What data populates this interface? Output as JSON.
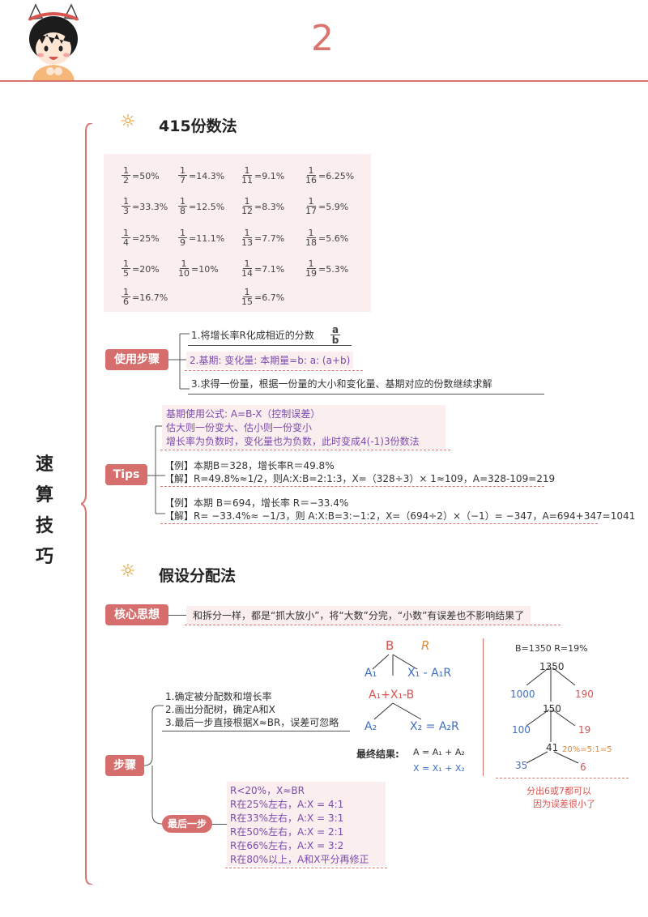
{
  "header": {
    "page_number": "2"
  },
  "side_title": [
    "速",
    "算",
    "技",
    "巧"
  ],
  "section1": {
    "title": "415份数法",
    "fractions": [
      {
        "n": "1",
        "d": "2",
        "v": "=50%"
      },
      {
        "n": "1",
        "d": "3",
        "v": "=33.3%"
      },
      {
        "n": "1",
        "d": "4",
        "v": "=25%"
      },
      {
        "n": "1",
        "d": "5",
        "v": "=20%"
      },
      {
        "n": "1",
        "d": "6",
        "v": "=16.7%"
      },
      {
        "n": "1",
        "d": "7",
        "v": "=14.3%"
      },
      {
        "n": "1",
        "d": "8",
        "v": "=12.5%"
      },
      {
        "n": "1",
        "d": "9",
        "v": "=11.1%"
      },
      {
        "n": "1",
        "d": "10",
        "v": "=10%"
      },
      {
        "n": "1",
        "d": "11",
        "v": "=9.1%"
      },
      {
        "n": "1",
        "d": "12",
        "v": "=8.3%"
      },
      {
        "n": "1",
        "d": "13",
        "v": "=7.7%"
      },
      {
        "n": "1",
        "d": "14",
        "v": "=7.1%"
      },
      {
        "n": "1",
        "d": "15",
        "v": "=6.7%"
      },
      {
        "n": "1",
        "d": "16",
        "v": "=6.25%"
      },
      {
        "n": "1",
        "d": "17",
        "v": "=5.9%"
      },
      {
        "n": "1",
        "d": "18",
        "v": "=5.6%"
      },
      {
        "n": "1",
        "d": "19",
        "v": "=5.3%"
      }
    ],
    "steps_label": "使用步骤",
    "steps": [
      "1.将增长率R化成相近的分数",
      "2.基期: 变化量: 本期量=b: a: (a+b)",
      "3.求得一份量，根据一份量的大小和变化量、基期对应的份数继续求解"
    ],
    "step1_frac": {
      "n": "a",
      "d": "b"
    },
    "tips_label": "Tips",
    "tips": [
      "基期使用公式: A=B-X（控制误差）",
      "估大则一份变大、估小则一份变小",
      "增长率为负数时，变化量也为负数，此时变成4(-1)3份数法"
    ],
    "examples": [
      "【例】本期B＝328，增长率R＝49.8%",
      "【解】R=49.8%≈1/2，则A:X:B=2:1:3，X=（328÷3）× 1≈109，A=328-109=219",
      "【例】本期 B＝694，增长率 R＝−33.4%",
      "【解】R= −33.4%≈ −1/3，则 A:X:B=3:−1:2，X=（694÷2）×（−1）= −347，A=694+347=1041"
    ]
  },
  "section2": {
    "title": "假设分配法",
    "core_label": "核心思想",
    "core_text": "和拆分一样，都是“抓大放小”，将“大数”分完，“小数”有误差也不影响结果了",
    "steps_label": "步骤",
    "steps": [
      "1.确定被分配数和增长率",
      "2.画出分配树，确定A和X",
      "3.最后一步直接根据X≈BR，误差可忽略"
    ],
    "last_label": "最后一步",
    "last_rules": [
      "R<20%，X≈BR",
      "R在25%左右，A:X = 4:1",
      "R在33%左右，A:X = 3:1",
      "R在50%左右，A:X = 2:1",
      "R在66%左右，A:X = 3:2",
      "R在80%以上，A和X平分再修正"
    ],
    "tree1": {
      "b": "B",
      "r": "R",
      "a1": "A₁",
      "x1": "X₁ - A₁R",
      "mid": "A₁+X₁-B",
      "a2": "A₂",
      "x2": "X₂ = A₂R",
      "final_label": "最终结果:",
      "final1": "A = A₁ + A₂",
      "final2": "X = X₁ + X₂"
    },
    "tree2": {
      "header": "B=1350  R=19%",
      "root": "1350",
      "l1": "1000",
      "r1": "190",
      "mid": "150",
      "l2": "100",
      "r2": "19",
      "last": "41",
      "l3": "35",
      "r3": "6",
      "ratio": "20%=5:1=5",
      "note1": "分出6或7都可以",
      "note2": "因为误差很小了"
    }
  },
  "colors": {
    "accent": "#d9746f",
    "purple": "#7b4bb0",
    "blue": "#3e6fc4",
    "orange": "#e08a3a"
  }
}
